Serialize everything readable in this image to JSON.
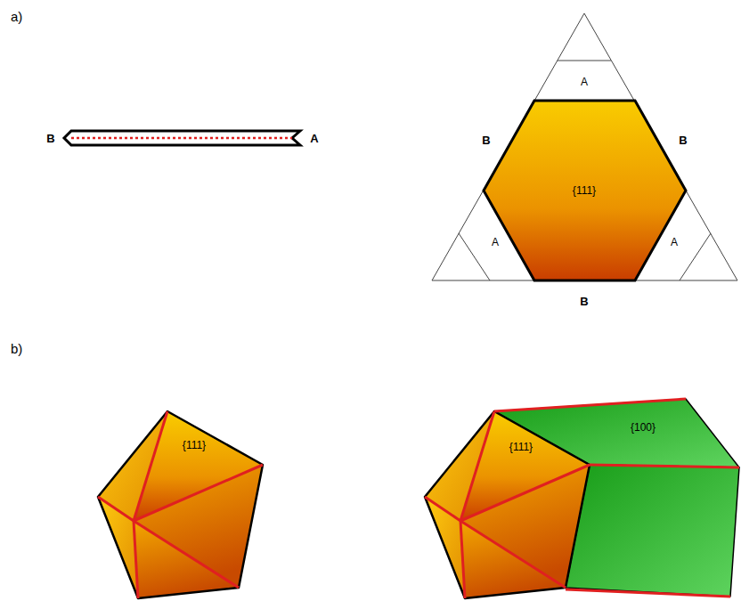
{
  "diagram": {
    "nodes": [
      {
        "text": [
          "A"
        ]
      },
      {
        "text": [
          "{111}"
        ]
      },
      {
        "text": [
          "A"
        ]
      },
      {
        "text": [
          "A"
        ]
      },
      {
        "text": [
          "{111}"
        ]
      },
      {
        "text": [
          "{111}"
        ]
      },
      {
        "text": [
          "{100}"
        ]
      }
    ],
    "labels": [
      "a)",
      "B",
      "A",
      "B",
      "B",
      "B",
      "b)"
    ]
  }
}
